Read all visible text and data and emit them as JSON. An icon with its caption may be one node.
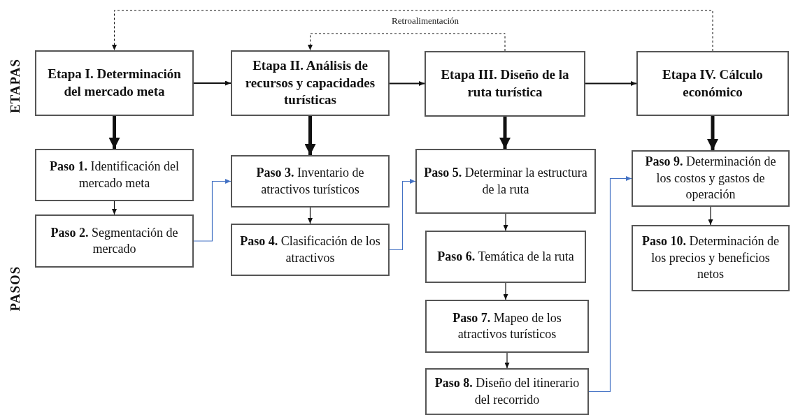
{
  "diagram": {
    "nodes": [
      {
        "text": [
          "Etapa I. Determinación del mercado meta"
        ]
      },
      {
        "text": [
          "Etapa II. Análisis de recursos y capacidades turísticas"
        ]
      },
      {
        "text": [
          "Etapa III. Diseño de la ruta turística"
        ]
      },
      {
        "text": [
          "Etapa IV. Cálculo económico"
        ]
      },
      {
        "text": [
          "**Paso 1.** Identificación del mercado meta"
        ]
      },
      {
        "text": [
          "**Paso 2.** Segmentación de mercado"
        ]
      },
      {
        "text": [
          "**Paso 3.** Inventario de atractivos turísticos"
        ]
      },
      {
        "text": [
          "**Paso 4.** Clasificación de los atractivos"
        ]
      },
      {
        "text": [
          "**Paso 5.** Determinar la estructura de la ruta"
        ]
      },
      {
        "text": [
          "**Paso 6.** Temática de la ruta"
        ]
      },
      {
        "text": [
          "**Paso 7.** Mapeo de los atractivos turísticos"
        ]
      },
      {
        "text": [
          "**Paso 8.** Diseño del itinerario del recorrido"
        ]
      },
      {
        "text": [
          "**Paso 9.** Determinación de los costos y gastos de operación"
        ]
      },
      {
        "text": [
          "**Paso 10.** Determinación de los precios y beneficios netos"
        ]
      }
    ],
    "edges": [
      {
        "from": 0,
        "to": 1,
        "arrow": "to"
      },
      {
        "from": 1,
        "to": 2,
        "arrow": "to"
      },
      {
        "from": 2,
        "to": 3,
        "arrow": "to"
      },
      {
        "from": 0,
        "to": 4,
        "arrow": "to",
        "style": "thick"
      },
      {
        "from": 1,
        "to": 6,
        "arrow": "to",
        "style": "thick"
      },
      {
        "from": 2,
        "to": 8,
        "arrow": "to",
        "style": "thick"
      },
      {
        "from": 3,
        "to": 12,
        "arrow": "to",
        "style": "thick"
      },
      {
        "from": 4,
        "to": 5,
        "arrow": "to"
      },
      {
        "from": 6,
        "to": 7,
        "arrow": "to"
      },
      {
        "from": 8,
        "to": 9,
        "arrow": "to"
      },
      {
        "from": 9,
        "to": 10,
        "arrow": "to"
      },
      {
        "from": 10,
        "to": 11,
        "arrow": "to"
      },
      {
        "from": 12,
        "to": 13,
        "arrow": "to"
      },
      {
        "from": 5,
        "to": 6,
        "arrow": "to",
        "color": "#4472c4"
      },
      {
        "from": 7,
        "to": 8,
        "arrow": "to",
        "color": "#4472c4"
      },
      {
        "from": 11,
        "to": 12,
        "arrow": "to",
        "color": "#4472c4"
      },
      {
        "from": 3,
        "to": 0,
        "arrow": "to",
        "style": "dashed"
      },
      {
        "from": 2,
        "to": 1,
        "arrow": "to",
        "style": "dashed"
      }
    ],
    "labels": [
      "ETAPAS",
      "PASOS",
      "Retroalimentación"
    ]
  }
}
